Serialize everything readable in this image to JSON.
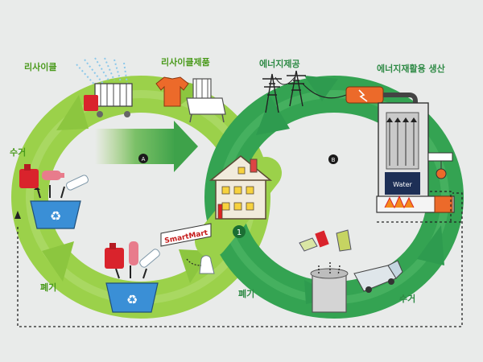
{
  "labels": {
    "recycle": "리사이클",
    "recycled_products": "리사이클제품",
    "energy_production": "에너지제공",
    "energy_recovery": "에너지재활용 생산",
    "collection_left": "수거",
    "disposal_left": "폐기",
    "disposal_right": "폐기",
    "collection_right": "수거"
  },
  "markers": {
    "loop_a": "A",
    "loop_b": "B",
    "house_number": "1"
  },
  "signs": {
    "store": "SmartMart",
    "boiler_water": "Water"
  },
  "colors": {
    "light_loop": "#8cc63f",
    "dark_loop": "#2e9b4f",
    "background": "#e9ebea",
    "label_green": "#4a9a1c"
  }
}
